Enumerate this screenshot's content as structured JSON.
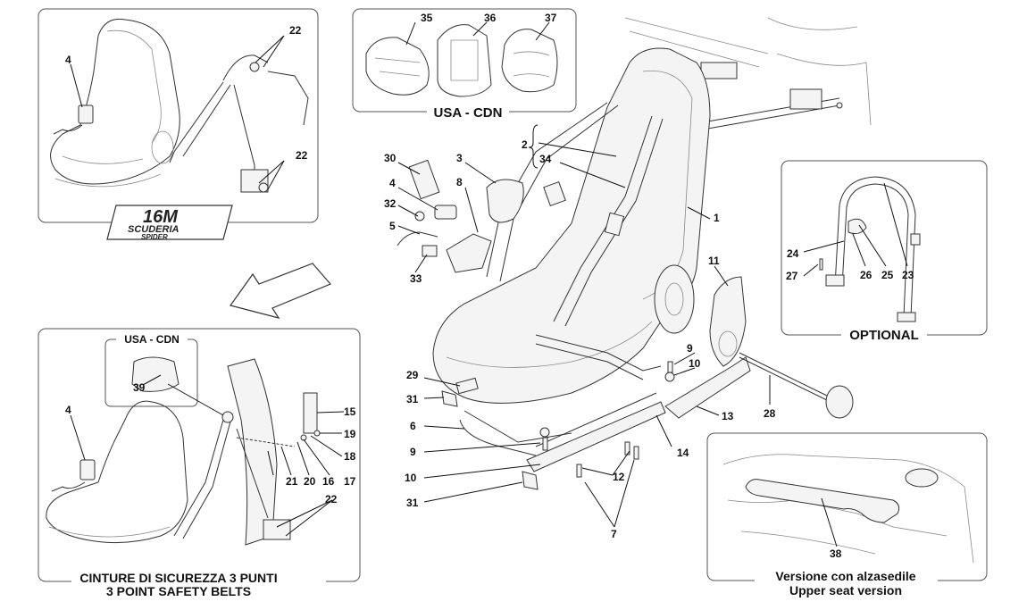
{
  "titles": {
    "usa_cdn_top": "USA - CDN",
    "usa_cdn_small": "USA - CDN",
    "optional": "OPTIONAL",
    "belts_it": "CINTURE DI SICUREZZA 3 PUNTI",
    "belts_en": "3 POINT SAFETY BELTS",
    "upper_it": "Versione con alzasedile",
    "upper_en": "Upper seat version"
  },
  "logo": {
    "line1": "16M",
    "line2": "SCUDERIA",
    "line3": "SPIDER"
  },
  "parts": {
    "p1": "1",
    "p2": "2",
    "p3": "3",
    "p4a": "4",
    "p4b": "4",
    "p4c": "4",
    "p5": "5",
    "p6": "6",
    "p7": "7",
    "p8": "8",
    "p9a": "9",
    "p9b": "9",
    "p10a": "10",
    "p10b": "10",
    "p11": "11",
    "p12": "12",
    "p13": "13",
    "p14": "14",
    "p15": "15",
    "p16": "16",
    "p17": "17",
    "p18": "18",
    "p19": "19",
    "p20": "20",
    "p21": "21",
    "p22a": "22",
    "p22b": "22",
    "p22c": "22",
    "p23": "23",
    "p24": "24",
    "p25": "25",
    "p26": "26",
    "p27": "27",
    "p28": "28",
    "p29": "29",
    "p30": "30",
    "p31a": "31",
    "p31b": "31",
    "p32": "32",
    "p33": "33",
    "p34": "34",
    "p35": "35",
    "p36": "36",
    "p37": "37",
    "p38": "38",
    "p39": "39"
  }
}
